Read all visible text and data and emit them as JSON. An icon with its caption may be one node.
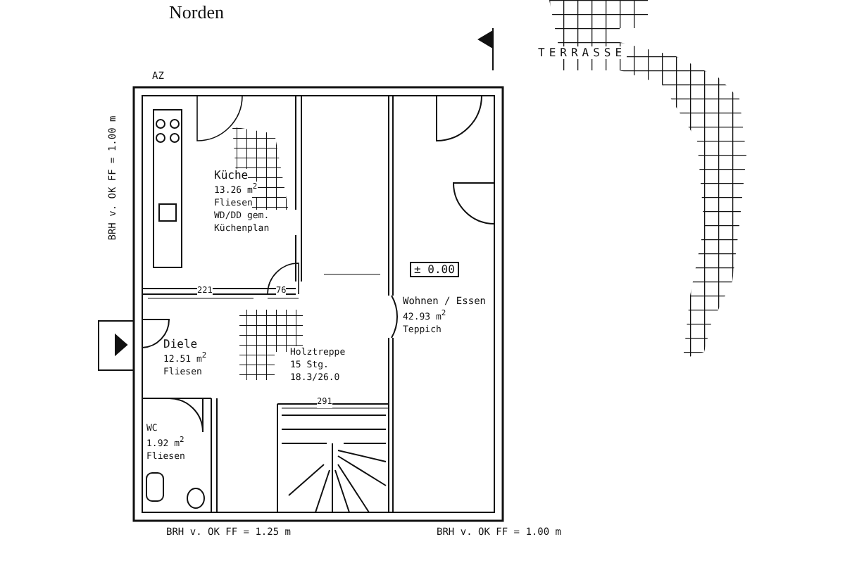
{
  "diagram": {
    "nodes": [
      {
        "text": [
          "Küche",
          "13.26 m$^{2}$",
          "Fliesen",
          "WD/DD gem. Küchenplan"
        ]
      },
      {
        "text": [
          "Wohnen / Essen",
          "42.93 m$^{2}$",
          "Teppich"
        ]
      },
      {
        "text": [
          "Diele",
          "12.51 m$^{2}$",
          "Fliesen"
        ]
      },
      {
        "text": [
          "Holztreppe",
          "15 Stg.",
          "18.3/26.0"
        ]
      },
      {
        "text": [
          "WC",
          "1.92 m$^{2}$",
          "Fliesen"
        ]
      },
      {
        "text": [
          "TERRASSE"
        ]
      }
    ],
    "labels": [
      "Norden",
      "AZ",
      "BRH v. OK FF = 1.00 m",
      "± 0.00",
      "221",
      "76",
      "291",
      "BRH v. OK FF = 1.25 m",
      "BRH v. OK FF = 1.00 m"
    ]
  }
}
